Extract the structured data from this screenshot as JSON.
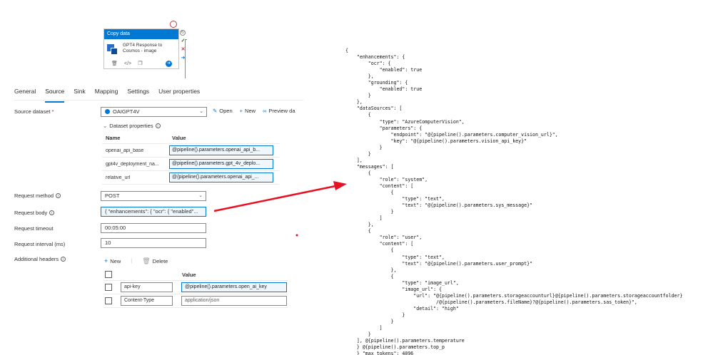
{
  "activity": {
    "header": "Copy data",
    "name": "GPT4 Response to Cosmos - image",
    "tools": [
      "trash-icon",
      "code-icon",
      "copy-icon",
      "arrow-right-icon"
    ]
  },
  "tabs": [
    {
      "label": "General"
    },
    {
      "label": "Source"
    },
    {
      "label": "Sink"
    },
    {
      "label": "Mapping"
    },
    {
      "label": "Settings"
    },
    {
      "label": "User properties"
    }
  ],
  "source": {
    "dataset_label": "Source dataset",
    "required_mark": "*",
    "dataset_value": "OAIGPT4V",
    "open_label": "Open",
    "new_label": "New",
    "preview_label": "Preview da",
    "props_toggle": "Dataset properties",
    "props_head": {
      "name": "Name",
      "value": "Value"
    },
    "props_rows": [
      {
        "name": "openai_api_base",
        "value": "@pipeline().parameters.openai_api_b..."
      },
      {
        "name": "gpt4v_deployment_na...",
        "value": "@pipeline().parameters.gpt_4v_deplo..."
      },
      {
        "name": "relative_url",
        "value": "@{pipeline().parameters.openai_api_..."
      }
    ],
    "method_label": "Request method",
    "method_value": "POST",
    "body_label": "Request body",
    "body_value": "{ \"enhancements\": { \"ocr\": { \"enabled\"...",
    "timeout_label": "Request timeout",
    "timeout_value": "00:05:00",
    "interval_label": "Request interval (ms)",
    "interval_value": "10",
    "headers_label": "Additional headers",
    "headers_new": "New",
    "headers_delete": "Delete",
    "headers_value_head": "Value",
    "headers_rows": [
      {
        "name": "api-key",
        "value": "@pipeline().parameters.open_ai_key"
      },
      {
        "name": "Content-Type",
        "value": "application/json"
      }
    ]
  },
  "colors": {
    "accent": "#0078d4",
    "arrow": "#e81123"
  },
  "code_lines": [
    "{",
    "    \"enhancements\": {",
    "        \"ocr\": {",
    "            \"enabled\": true",
    "        },",
    "        \"grounding\": {",
    "            \"enabled\": true",
    "        }",
    "    },",
    "    \"dataSources\": [",
    "        {",
    "            \"type\": \"AzureComputerVision\",",
    "            \"parameters\": {",
    "                \"endpoint\": \"@{pipeline().parameters.computer_vision_url}\",",
    "                \"key\": \"@{pipeline().parameters.vision_api_key}\"",
    "            }",
    "        }",
    "    ],",
    "    \"messages\": [",
    "        {",
    "            \"role\": \"system\",",
    "            \"content\": [",
    "                {",
    "                    \"type\": \"text\",",
    "                    \"text\": \"@{pipeline().parameters.sys_message}\"",
    "                }",
    "            ]",
    "        },",
    "        {",
    "            \"role\": \"user\",",
    "            \"content\": [",
    "                {",
    "                    \"type\": \"text\",",
    "                    \"text\": \"@{pipeline().parameters.user_prompt}\"",
    "                },",
    "                {",
    "                    \"type\": \"image_url\",",
    "                    \"image_url\": {",
    "                        \"url\": \"@{pipeline().parameters.storageaccounturl}@{pipeline().parameters.storageaccountfolder}",
    "                                /@{pipeline().parameters.fileName}?@{pipeline().parameters.sas_token}\",",
    "                        \"detail\": \"high\"",
    "                    }",
    "                }",
    "            ]",
    "        }",
    "    ], @{pipeline().parameters.temperature",
    "    } @{pipeline().parameters.top_p",
    "    } \"max_tokens\": 4096"
  ]
}
